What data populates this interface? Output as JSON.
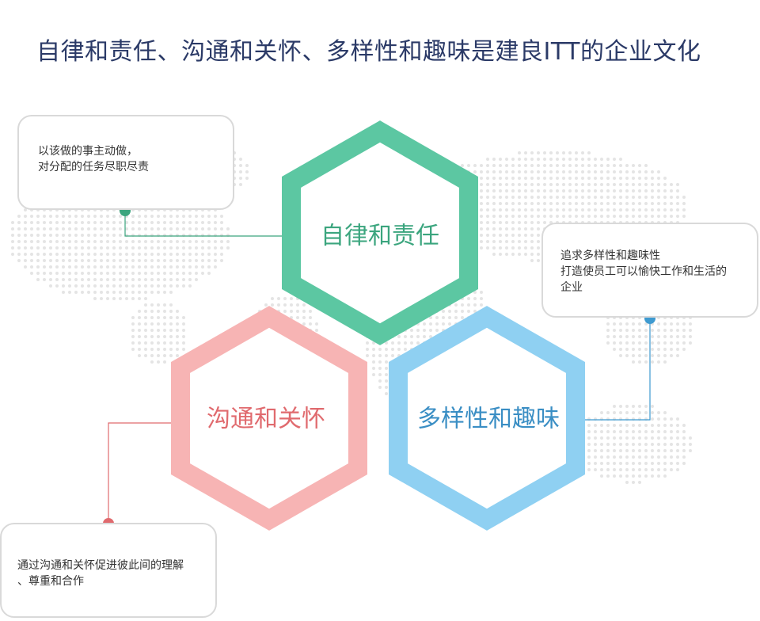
{
  "title": "自律和责任、沟通和关怀、多样性和趣味是建良ITT的企业文化",
  "colors": {
    "title": "#2b3a67",
    "responsibility": "#5cc7a2",
    "responsibility_text": "#3ba57e",
    "communication": "#f7b4b4",
    "communication_text": "#e06a6e",
    "communication_connector": "#e06a6e",
    "diversity": "#8fd0f2",
    "diversity_text": "#3a8ec4",
    "diversity_connector": "#3e9ad0",
    "map_dots": "#e4e4e4",
    "callout_border": "#d9d9d9"
  },
  "hexagons": {
    "responsibility": {
      "label": "自律和责任"
    },
    "communication": {
      "label": "沟通和关怀"
    },
    "diversity": {
      "label": "多样性和趣味"
    }
  },
  "callouts": {
    "responsibility": {
      "line1": "以该做的事主动做，",
      "line2": "对分配的任务尽职尽责"
    },
    "diversity": {
      "line1": "追求多样性和趣味性",
      "line2": "打造使员工可以愉快工作和生活的",
      "line3": "企业"
    },
    "communication": {
      "line1": "通过沟通和关怀促进彼此间的理解",
      "line2": "、尊重和合作"
    }
  }
}
